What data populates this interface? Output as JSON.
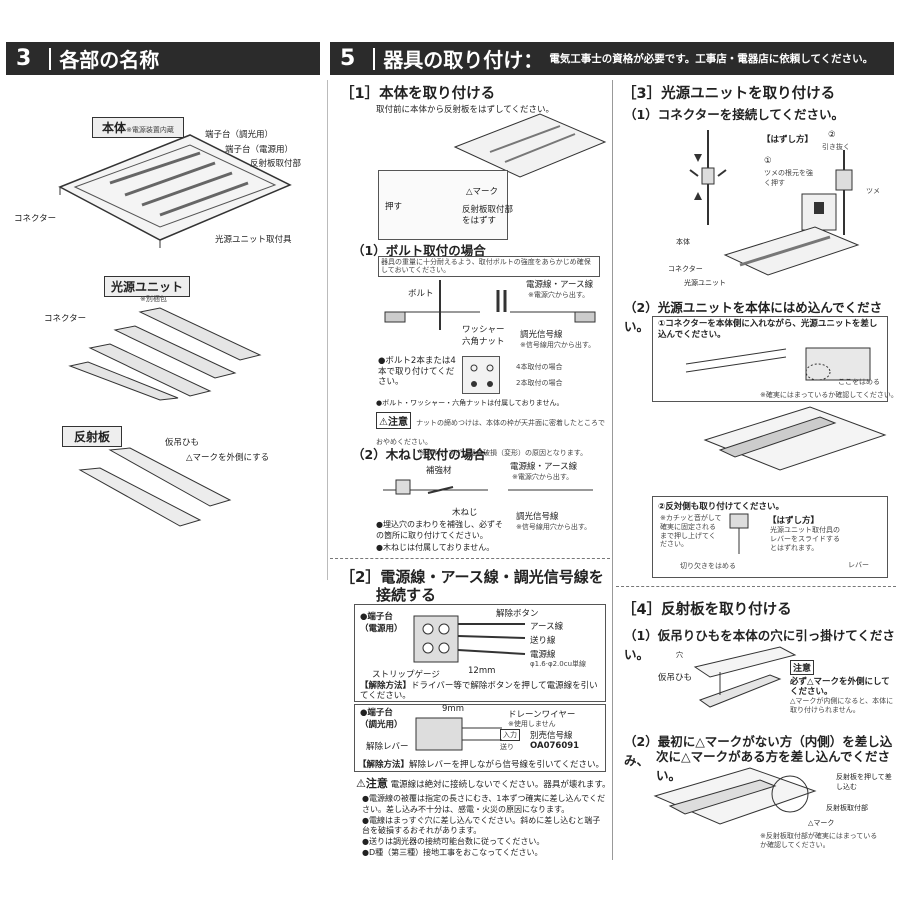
{
  "sec3": {
    "num": "3",
    "title": "各部の名称"
  },
  "sec5": {
    "num": "5",
    "title": "器具の取り付け：",
    "note": "電気工事士の資格が必要です。工事店・電器店に依頼してください。"
  },
  "parts": {
    "body_label": "本体",
    "body_note": "※電源装置内蔵",
    "terminal_dimmer": "端子台（調光用）",
    "terminal_power": "端子台（電源用）",
    "reflector_mount": "反射板取付部",
    "connector": "コネクター",
    "unit_mount": "光源ユニット取付具",
    "unit_label": "光源ユニット",
    "unit_note": "※別梱包",
    "unit_connector": "コネクター",
    "reflector_label": "反射板",
    "hanging_string": "仮吊ひも",
    "mark_outside": "△マークを外側にする"
  },
  "s1": {
    "title": "［1］本体を取り付ける",
    "intro": "取付前に本体から反射板をはずしてください。",
    "mark": "△マーク",
    "push": "押す",
    "remove_reflector": "反射板取付部",
    "remove_reflector2": "をはずす",
    "bolt_title": "（1）ボルト取付の場合",
    "bolt_note": "器具の重量に十分耐えるよう、取付ボルトの強度をあらかじめ確保しておいてください。",
    "bolt": "ボルト",
    "power_line": "電源線・アース線",
    "power_line_note": "※電源穴から出す。",
    "washer": "ワッシャー",
    "nut": "六角ナット",
    "dim_line": "調光信号線",
    "dim_line_note": "※信号線用穴から出す。",
    "bolt_count": "●ボルト2本または4本で取り付けてください。",
    "four": "4本取付の場合",
    "two": "2本取付の場合",
    "bolt_not_included": "●ボルト・ワッシャー・六角ナットは付属しておりません。",
    "caution": "注意",
    "caution_text1": "ナットの締めつけは、本体の枠が天井面に密着したところでおやめください。",
    "caution_text2": "締め付けすぎは器具破損（変形）の原因となります。",
    "screw_title": "（2）木ねじ取付の場合",
    "reinforce": "補強材",
    "wood_screw": "木ねじ",
    "screw_note1": "●埋込穴のまわりを補強し、必ずその箇所に取り付けてください。",
    "screw_note2": "●木ねじは付属しておりません。"
  },
  "s2": {
    "title1": "［2］電源線・アース線・調光信号線を",
    "title2": "接続する",
    "term_power": "●端子台",
    "term_power2": "（電源用）",
    "release_button": "解除ボタン",
    "earth": "アース線",
    "feed": "送り線",
    "power": "電源線",
    "power_spec": "φ1.6·φ2.0cu単線",
    "strip_gauge": "ストリップゲージ",
    "mm12": "12mm",
    "release_method": "【解除方法】",
    "release_method_text": "ドライバー等で解除ボタンを押して電源線を引いてください。",
    "term_dim": "●端子台",
    "term_dim2": "（調光用）",
    "mm9": "9mm",
    "drain": "ドレーンワイヤー",
    "drain_note": "※使用しません",
    "input": "入力",
    "feed2": "送り",
    "release_lever": "解除レバー",
    "signal": "別売信号線",
    "signal_model": "OA076091",
    "release_method2_text": "解除レバーを押しながら信号線を引いてください。",
    "caution": "注意",
    "caution_text": "電源線は絶対に接続しないでください。器具が壊れます。",
    "notes": [
      "●電源線の被覆は指定の長さにむき、1本ずつ確実に差し込んでください。差し込み不十分は、感電・火災の原因になります。",
      "●電線はまっすぐ穴に差し込んでください。斜めに差し込むと端子台を破損するおそれがあります。",
      "●送りは調光器の接続可能台数に従ってください。",
      "●D種（第三種）接地工事をおこなってください。"
    ]
  },
  "s3": {
    "title": "［3］光源ユニットを取り付ける",
    "sub1": "（1）コネクターを接続してください。",
    "how_remove": "【はずし方】",
    "step2": "②",
    "step2_text": "引き抜く",
    "step1": "①",
    "step1_text": "ツメの根元を強く押す",
    "claw": "ツメ",
    "body": "本体",
    "connector": "コネクター",
    "unit": "光源ユニット",
    "sub2": "（2）光源ユニットを本体にはめ込んでください。",
    "box1_text": "①コネクターを本体側に入れながら、光源ユニットを差し込んでください。",
    "insert_here": "ここをはめる",
    "check": "※確実にはまっているか確認してください。",
    "box2_title": "②反対側も取り付けてください。",
    "box2_text": "※カチッと音がして確実に固定されるまで押し上げてください。",
    "how_remove2": "【はずし方】",
    "remove2_text": "光源ユニット取付具のレバーをスライドするとはずれます。",
    "lever": "レバー",
    "notch": "切り欠きをはめる"
  },
  "s4": {
    "title": "［4］反射板を取り付ける",
    "sub1": "（1）仮吊りひもを本体の穴に引っ掛けてください。",
    "hole": "穴",
    "string": "仮吊ひも",
    "caution": "注意",
    "caution_text": "必ず△マークを外側にしてください。",
    "caution_sub": "△マークが内側になると、本体に取り付けられません。",
    "sub2a": "（2）最初に△マークがない方（内側）を差し込み、",
    "sub2b": "次に△マークがある方を差し込んでください。",
    "push_in": "反射板を押して差し込む",
    "mount": "反射板取付部",
    "mark": "△マーク",
    "check": "※反射板取付部が確実にはまっているか確認してください。"
  }
}
